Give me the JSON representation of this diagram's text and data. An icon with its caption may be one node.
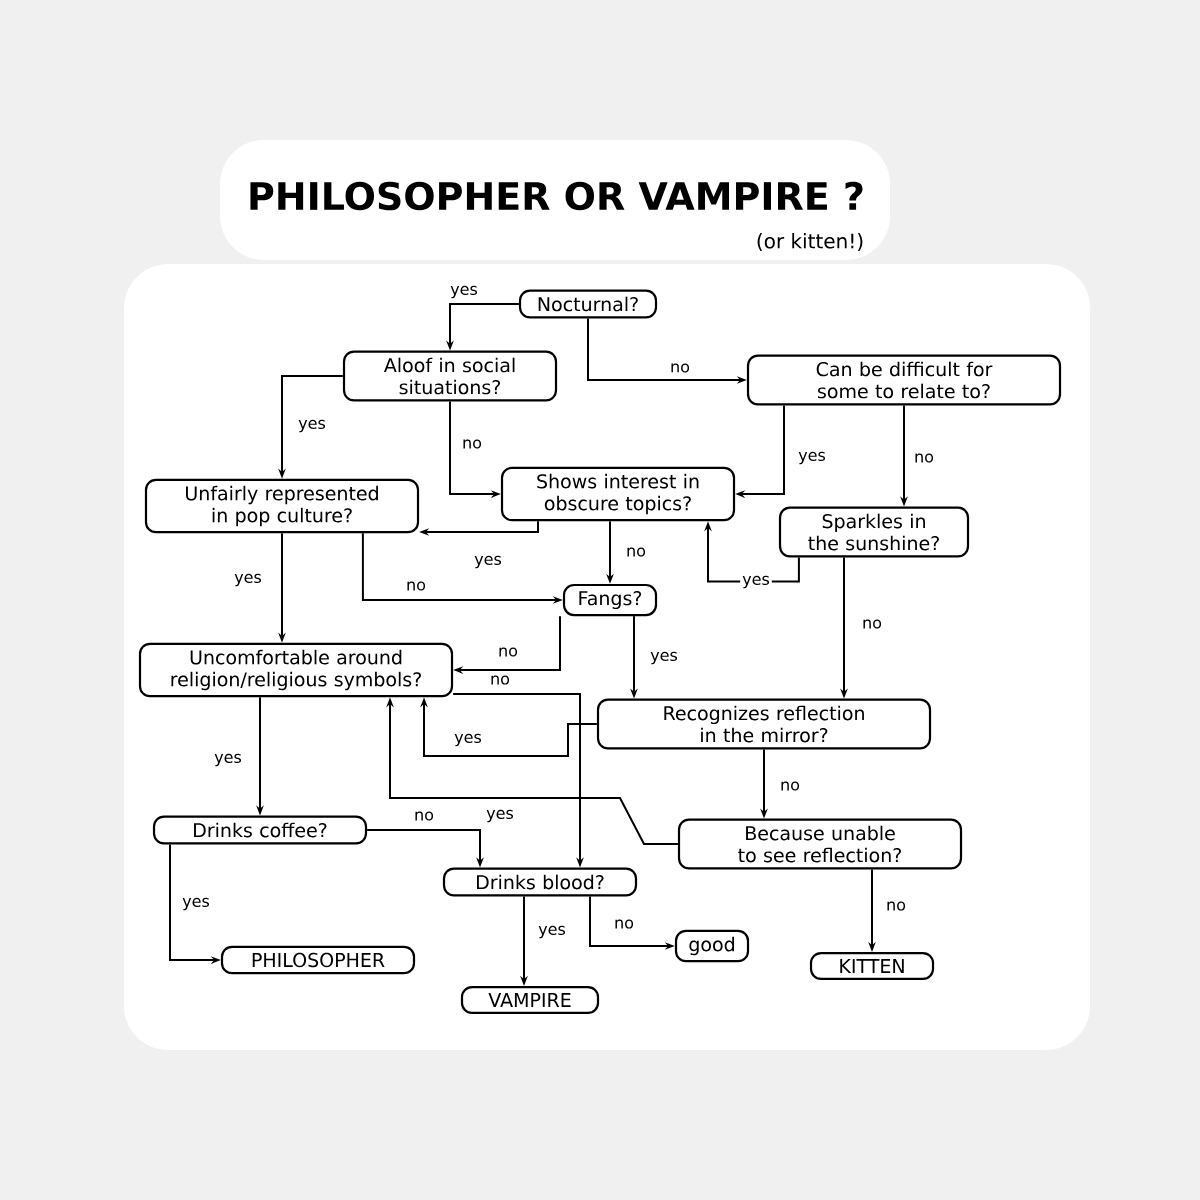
{
  "diagram": {
    "title": "PHILOSOPHER OR VAMPIRE ?",
    "caption": "(or kitten!)",
    "nodes": [
      {
        "text": [
          "Nocturnal?"
        ]
      },
      {
        "text": [
          "Aloof in social situations?"
        ]
      },
      {
        "text": [
          "Can be difficult for some to relate to?"
        ]
      },
      {
        "text": [
          "Unfairly represented in pop culture?"
        ]
      },
      {
        "text": [
          "Shows interest in obscure topics?"
        ]
      },
      {
        "text": [
          "Sparkles in the sunshine?"
        ]
      },
      {
        "text": [
          "Fangs?"
        ]
      },
      {
        "text": [
          "Uncomfortable around religion/religious symbols?"
        ]
      },
      {
        "text": [
          "Recognizes reflection in the mirror?"
        ]
      },
      {
        "text": [
          "Drinks coffee?"
        ]
      },
      {
        "text": [
          "Drinks blood?"
        ]
      },
      {
        "text": [
          "Because unable to see reflection?"
        ]
      },
      {
        "text": [
          "PHILOSOPHER"
        ]
      },
      {
        "text": [
          "VAMPIRE"
        ]
      },
      {
        "text": [
          "good"
        ]
      },
      {
        "text": [
          "KITTEN"
        ]
      }
    ],
    "edges": [
      {
        "from": 0,
        "to": 1,
        "arrow": "to",
        "label": "yes"
      },
      {
        "from": 0,
        "to": 2,
        "arrow": "to",
        "label": "no"
      },
      {
        "from": 1,
        "to": 3,
        "arrow": "to",
        "label": "yes"
      },
      {
        "from": 1,
        "to": 4,
        "arrow": "to",
        "label": "no"
      },
      {
        "from": 2,
        "to": 4,
        "arrow": "to",
        "label": "yes"
      },
      {
        "from": 2,
        "to": 5,
        "arrow": "to",
        "label": "no"
      },
      {
        "from": 4,
        "to": 3,
        "arrow": "to",
        "label": "yes"
      },
      {
        "from": 3,
        "to": 6,
        "arrow": "to",
        "label": "no"
      },
      {
        "from": 3,
        "to": 7,
        "arrow": "to",
        "label": "yes"
      },
      {
        "from": 4,
        "to": 6,
        "arrow": "to",
        "label": "no"
      },
      {
        "from": 5,
        "to": 4,
        "arrow": "to",
        "label": "yes"
      },
      {
        "from": 5,
        "to": 8,
        "arrow": "to",
        "label": "no"
      },
      {
        "from": 6,
        "to": 7,
        "arrow": "to",
        "label": "no"
      },
      {
        "from": 6,
        "to": 8,
        "arrow": "to",
        "label": "yes"
      },
      {
        "from": 7,
        "to": 9,
        "arrow": "to",
        "label": "yes"
      },
      {
        "from": 7,
        "to": 10,
        "arrow": "to",
        "label": "no"
      },
      {
        "from": 8,
        "to": 7,
        "arrow": "to",
        "label": "yes"
      },
      {
        "from": 8,
        "to": 11,
        "arrow": "to",
        "label": "no"
      },
      {
        "from": 11,
        "to": 7,
        "arrow": "to",
        "label": "yes"
      },
      {
        "from": 9,
        "to": 10,
        "arrow": "to",
        "label": "no"
      },
      {
        "from": 9,
        "to": 12,
        "arrow": "to",
        "label": "yes"
      },
      {
        "from": 10,
        "to": 13,
        "arrow": "to",
        "label": "yes"
      },
      {
        "from": 10,
        "to": 14,
        "arrow": "to",
        "label": "no"
      },
      {
        "from": 11,
        "to": 15,
        "arrow": "to",
        "label": "no"
      }
    ]
  }
}
